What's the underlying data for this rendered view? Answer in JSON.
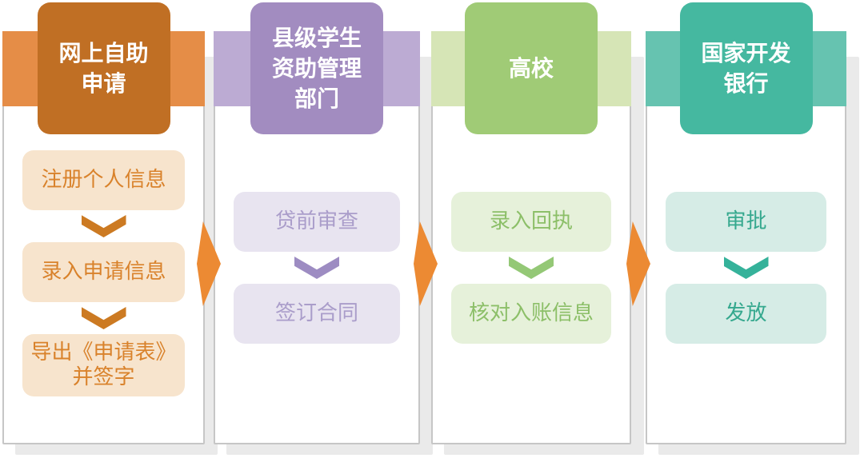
{
  "diagram": {
    "type": "process-flowchart",
    "connector_color": "#ec8a33",
    "header_text_color": "#ffffff"
  },
  "columns": [
    {
      "title": "网上自助\n申请",
      "steps": [
        "注册个人信息",
        "录入申请信息",
        "导出《申请表》\n并签字"
      ],
      "colors": {
        "header_bg": "#c06f24",
        "band_bg": "#e58d47",
        "step_bg": "#f7e4cd",
        "step_text": "#d9822b",
        "chevron": "#cc7a22"
      }
    },
    {
      "title": "县级学生\n资助管理\n部门",
      "steps": [
        "贷前审查",
        "签订合同"
      ],
      "colors": {
        "header_bg": "#a28cc0",
        "band_bg": "#bcabd3",
        "step_bg": "#e8e4f0",
        "step_text": "#aa9dca",
        "chevron": "#9d8cc2"
      }
    },
    {
      "title": "高校",
      "steps": [
        "录入回执",
        "核对入账信息"
      ],
      "colors": {
        "header_bg": "#a0cb76",
        "band_bg": "#d6e5b6",
        "step_bg": "#e6f1da",
        "step_text": "#8cbf68",
        "chevron": "#94c876"
      }
    },
    {
      "title": "国家开发\n银行",
      "steps": [
        "审批",
        "发放"
      ],
      "colors": {
        "header_bg": "#45b8a0",
        "band_bg": "#66c3b0",
        "step_bg": "#d6ece6",
        "step_text": "#35a88e",
        "chevron": "#35b29a"
      }
    }
  ]
}
